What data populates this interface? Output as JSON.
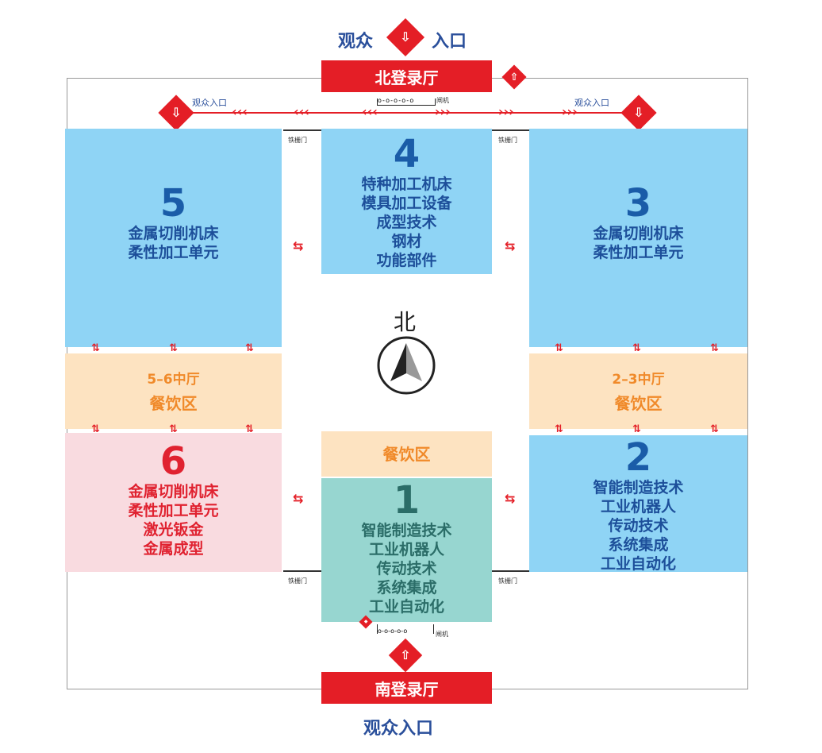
{
  "north": {
    "entry_left": "观众",
    "entry_right": "入口",
    "lobby": "北登录厅",
    "side_entry": "观众入口",
    "turnstile": "闸机"
  },
  "south": {
    "lobby": "南登录厅",
    "entry": "观众入口",
    "turnstile": "闸机"
  },
  "gate_label": "铁栅门",
  "compass_label": "北",
  "halls": {
    "h5": {
      "num": "5",
      "lines": [
        "金属切削机床",
        "柔性加工单元"
      ]
    },
    "h4": {
      "num": "4",
      "lines": [
        "特种加工机床",
        "模具加工设备",
        "成型技术",
        "钢材",
        "功能部件"
      ]
    },
    "h3": {
      "num": "3",
      "lines": [
        "金属切削机床",
        "柔性加工单元"
      ]
    },
    "h56": {
      "lines": [
        "5–6中厅",
        "餐饮区"
      ]
    },
    "h23": {
      "lines": [
        "2–3中厅",
        "餐饮区"
      ]
    },
    "h6": {
      "num": "6",
      "lines": [
        "金属切削机床",
        "柔性加工单元",
        "激光钣金",
        "金属成型"
      ]
    },
    "dining": {
      "lines": [
        "餐饮区"
      ]
    },
    "h1": {
      "num": "1",
      "lines": [
        "智能制造技术",
        "工业机器人",
        "传动技术",
        "系统集成",
        "工业自动化"
      ]
    },
    "h2": {
      "num": "2",
      "lines": [
        "智能制造技术",
        "工业机器人",
        "传动技术",
        "系统集成",
        "工业自动化"
      ]
    }
  },
  "colors": {
    "red": "#e41e26",
    "blue_hall": "#8fd4f5",
    "peach": "#fde3c1",
    "pink": "#f9dbe0",
    "teal": "#97d6d0"
  }
}
